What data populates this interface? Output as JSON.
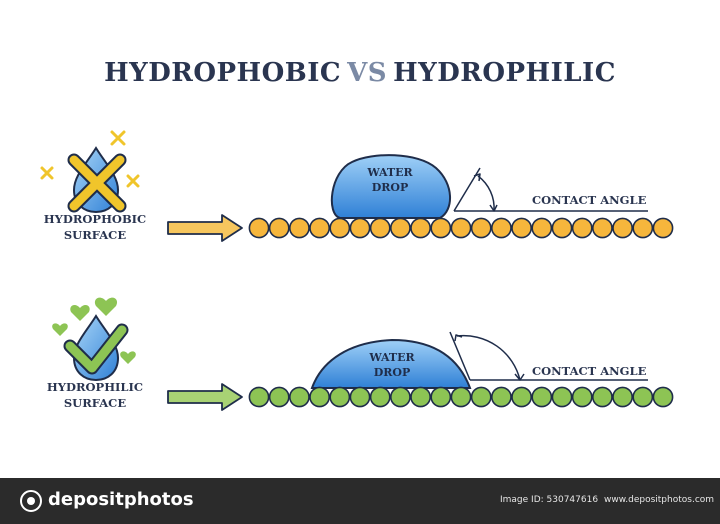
{
  "title": {
    "left": "HYDROPHOBIC",
    "vs": "VS",
    "right": "HYDROPHILIC"
  },
  "hydrophobic": {
    "label_line1": "HYDROPHOBIC",
    "label_line2": "SURFACE",
    "drop_line1": "WATER",
    "drop_line2": "DROP",
    "contact_angle": "CONTACT ANGLE",
    "bead_color": "#f6b63c",
    "accent_color": "#f0c52b"
  },
  "hydrophilic": {
    "label_line1": "HYDROPHILIC",
    "label_line2": "SURFACE",
    "drop_line1": "WATER",
    "drop_line2": "DROP",
    "contact_angle": "CONTACT ANGLE",
    "bead_color": "#8dc454",
    "accent_color": "#8dc454"
  },
  "drop_color": "#3f8fdc",
  "footer": {
    "brand": "depositphotos",
    "image_id": "Image ID: 530747616",
    "site": "www.depositphotos.com"
  }
}
